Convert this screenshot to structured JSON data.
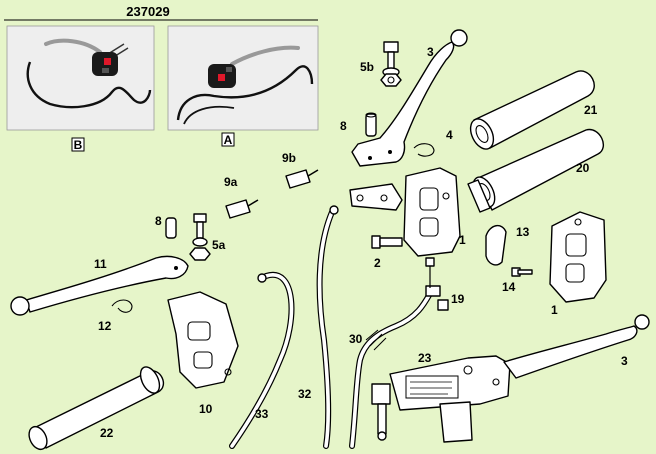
{
  "header": {
    "code": "237029"
  },
  "photos": [
    {
      "id": "B",
      "label": "B"
    },
    {
      "id": "A",
      "label": "A"
    }
  ],
  "callouts": [
    {
      "id": "3-top",
      "text": "3"
    },
    {
      "id": "5b",
      "text": "5b"
    },
    {
      "id": "8-top",
      "text": "8"
    },
    {
      "id": "4",
      "text": "4"
    },
    {
      "id": "21",
      "text": "21"
    },
    {
      "id": "20",
      "text": "20"
    },
    {
      "id": "9b",
      "text": "9b"
    },
    {
      "id": "9a",
      "text": "9a"
    },
    {
      "id": "1-mid",
      "text": "1"
    },
    {
      "id": "13",
      "text": "13"
    },
    {
      "id": "8-left",
      "text": "8"
    },
    {
      "id": "5a",
      "text": "5a"
    },
    {
      "id": "2",
      "text": "2"
    },
    {
      "id": "11",
      "text": "11"
    },
    {
      "id": "14",
      "text": "14"
    },
    {
      "id": "1-right",
      "text": "1"
    },
    {
      "id": "19",
      "text": "19"
    },
    {
      "id": "12",
      "text": "12"
    },
    {
      "id": "30",
      "text": "30"
    },
    {
      "id": "23",
      "text": "23"
    },
    {
      "id": "3-bottom",
      "text": "3"
    },
    {
      "id": "10",
      "text": "10"
    },
    {
      "id": "33",
      "text": "33"
    },
    {
      "id": "32",
      "text": "32"
    },
    {
      "id": "22",
      "text": "22"
    }
  ],
  "colors": {
    "background": "#e6f5c9",
    "photo_bg": "#eeeeee",
    "switch_red": "#e0182a"
  }
}
